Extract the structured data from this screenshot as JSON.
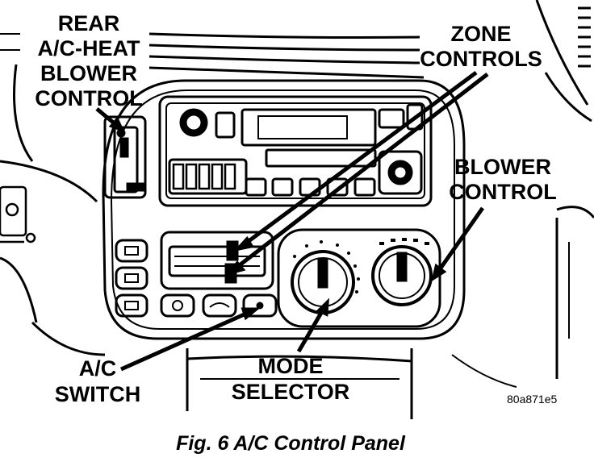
{
  "figure": {
    "caption": "Fig. 6 A/C Control Panel",
    "reference_code": "80a871e5"
  },
  "callouts": {
    "rear_blower": [
      "REAR",
      "A/C-HEAT",
      "BLOWER",
      "CONTROL"
    ],
    "zone_controls": [
      "ZONE",
      "CONTROLS"
    ],
    "blower_control": [
      "BLOWER",
      "CONTROL"
    ],
    "ac_switch": [
      "A/C",
      "SWITCH"
    ],
    "mode_selector": [
      "MODE",
      "SELECTOR"
    ]
  }
}
